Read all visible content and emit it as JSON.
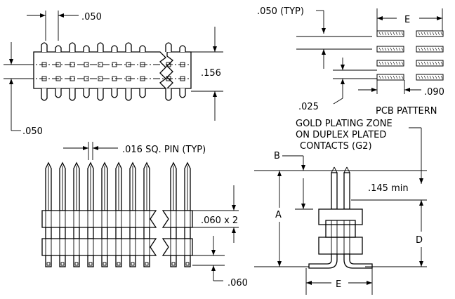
{
  "labels": {
    "top_pitch": ".050",
    "top_row_spacing": ".156",
    "top_left_pitch": ".050",
    "pcb_pitch_typ": ".050  (TYP)",
    "pcb_e": "E",
    "pcb_025": ".025",
    "pcb_090": ".090",
    "pcb_title": "PCB  PATTERN",
    "gold_line1": "GOLD  PLATING  ZONE",
    "gold_line2": "ON  DUPLEX  PLATED",
    "gold_line3": "CONTACTS  (G2)",
    "pin_size": ".016  SQ.  PIN  (TYP)",
    "body_height": ".060  x  2",
    "bottom_060": ".060",
    "side_b": "B",
    "side_a": "A",
    "side_145": ".145  min",
    "side_d": "D",
    "side_e": "E"
  }
}
